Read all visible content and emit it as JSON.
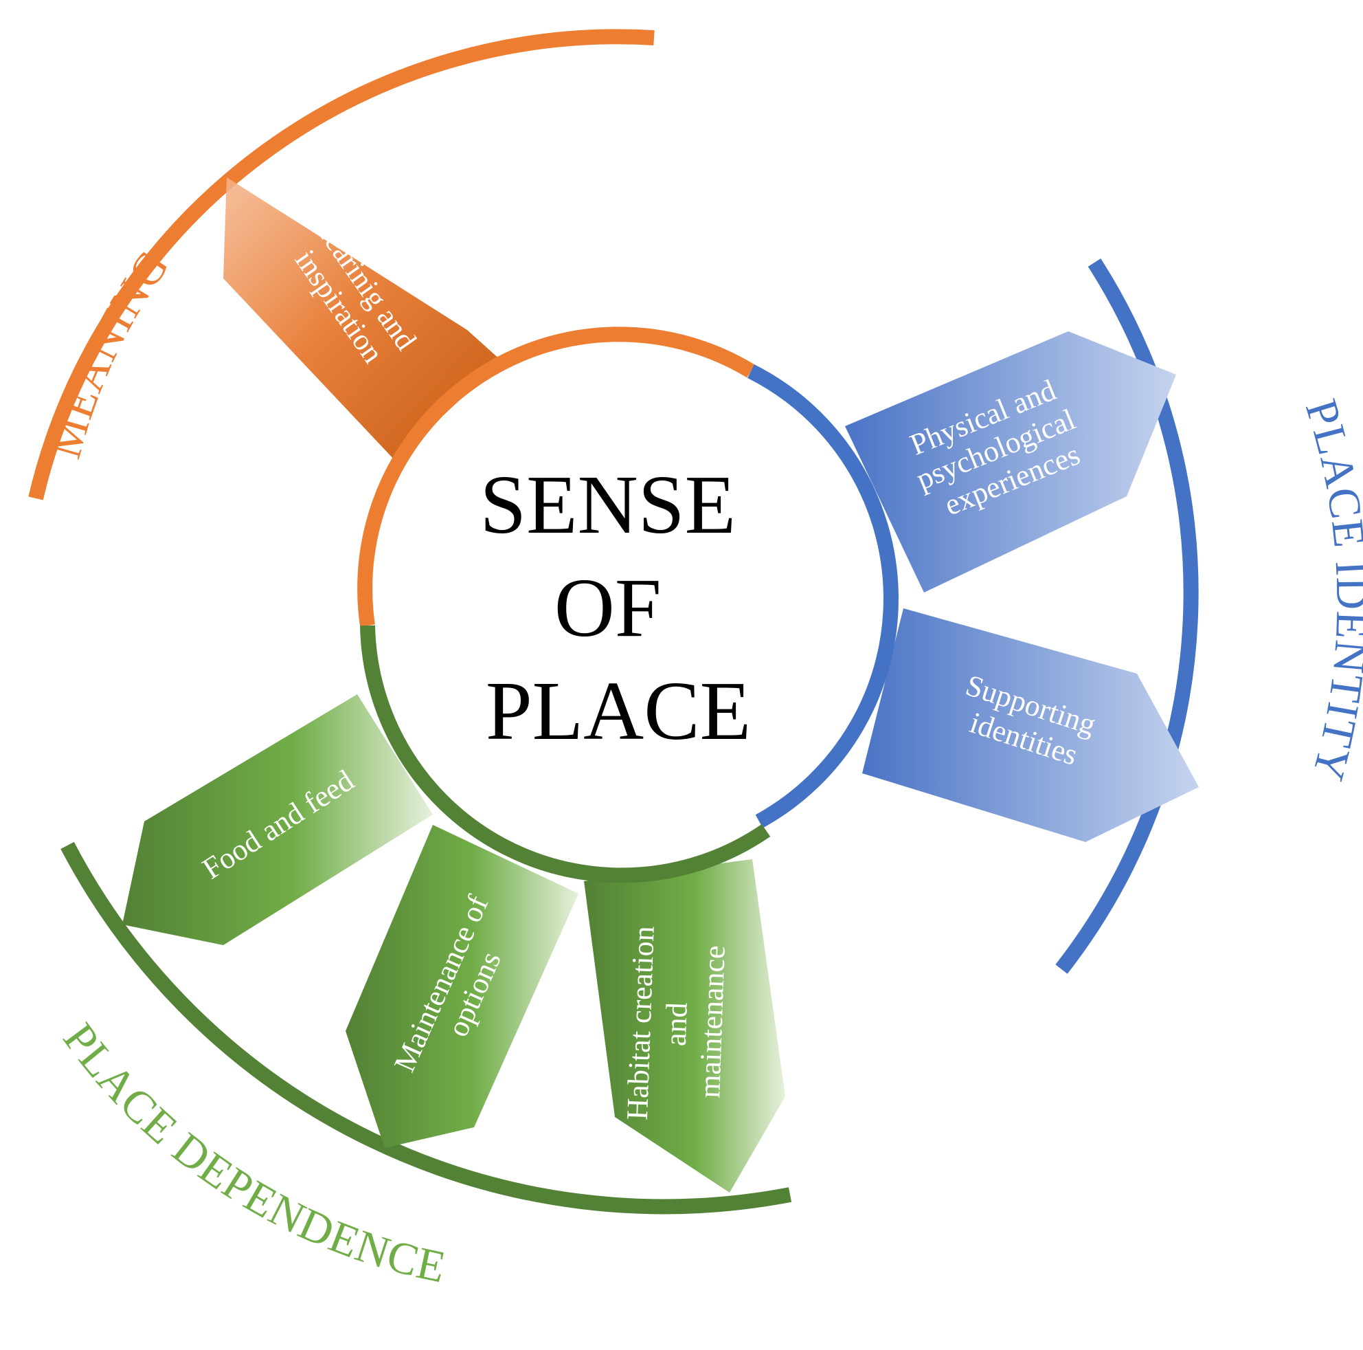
{
  "center": {
    "lines": [
      "SENSE",
      "OF",
      "PLACE"
    ]
  },
  "groups": {
    "meaning": {
      "label": "MEANING",
      "color": "#ED7D31",
      "items": [
        {
          "lines": [
            "Learinig and",
            "inspiration"
          ]
        }
      ]
    },
    "place_identity": {
      "label": "PLACE IDENTITY",
      "color": "#4472C4",
      "items": [
        {
          "lines": [
            "Physical and",
            "psychological",
            "experiences"
          ]
        },
        {
          "lines": [
            "Supporting",
            "identities"
          ]
        }
      ]
    },
    "place_dependence": {
      "label": "PLACE DEPENDENCE",
      "color": "#538135",
      "label_color": "#70AD47",
      "items": [
        {
          "lines": [
            "Food and feed"
          ]
        },
        {
          "lines": [
            "Maintenance of",
            "options"
          ]
        },
        {
          "lines": [
            "Habitat creation",
            "and",
            "maintenance"
          ]
        }
      ]
    }
  }
}
